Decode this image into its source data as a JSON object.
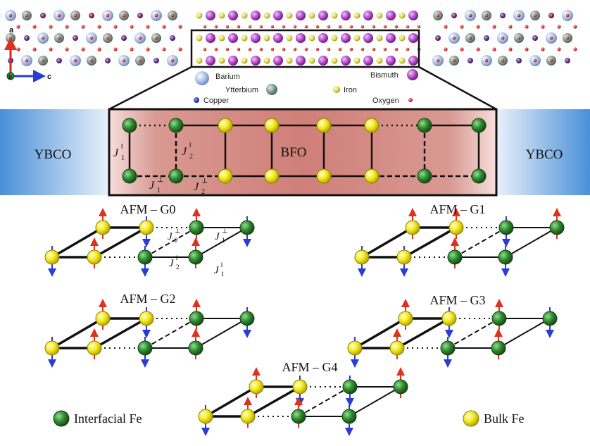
{
  "axes": {
    "a": "a",
    "b": "b",
    "c": "c"
  },
  "legend_atoms": {
    "barium": "Barium",
    "ytterbium": "Ytterbium",
    "copper": "Copper",
    "bismuth": "Bismuth",
    "iron": "Iron",
    "oxygen": "Oxygen"
  },
  "regions": {
    "left": "YBCO",
    "center": "BFO",
    "right": "YBCO"
  },
  "couplings": {
    "j1_par": "1",
    "j2_par": "2",
    "j1_perp": "1",
    "j2_perp": "2"
  },
  "configs": {
    "g0": "AFM – G0",
    "g1": "AFM – G1",
    "g2": "AFM – G2",
    "g3": "AFM – G3",
    "g4": "AFM – G4"
  },
  "legend_fe": {
    "interfacial": "Interfacial Fe",
    "bulk": "Bulk Fe"
  },
  "colors": {
    "barium": "#a9c3e8",
    "ytterbium": "#7d9a93",
    "copper": "#3348c7",
    "bismuth": "#b24ac9",
    "iron": "#e2dc5a",
    "oxygen": "#e53d3d",
    "interfacial_fe": "#2e8b2e",
    "bulk_fe": "#f2e81c",
    "spin_up": "#e0301e",
    "spin_down": "#2a3bd6",
    "ybco": "#4a8fd8",
    "bfo": "#d4847c"
  }
}
